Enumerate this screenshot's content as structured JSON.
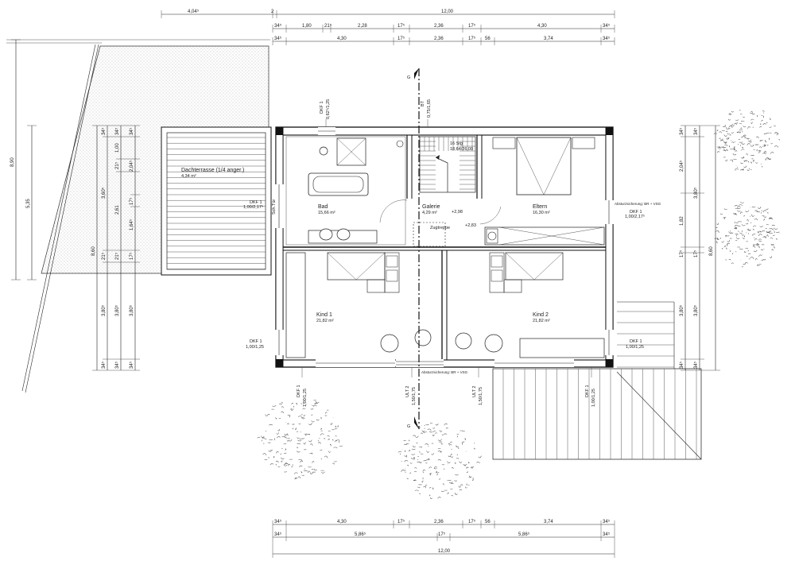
{
  "dimensions": {
    "top_row1": [
      "4,04⁵",
      "2",
      "12,00"
    ],
    "top_row2": [
      "34⁵",
      "1,80",
      "21⁵",
      "2,28",
      "17⁵",
      "2,36",
      "17⁵",
      "4,30",
      "34⁵"
    ],
    "top_row3": [
      "34⁵",
      "4,30",
      "17⁵",
      "2,36",
      "17⁵",
      "56",
      "3,74",
      "34⁵"
    ],
    "bottom_row1": [
      "34⁵",
      "4,30",
      "17⁵",
      "2,36",
      "17⁵",
      "56",
      "3,74",
      "34⁵"
    ],
    "bottom_row2": [
      "34⁵",
      "5,86⁵",
      "17⁵",
      "5,86⁵",
      "34⁵"
    ],
    "bottom_total": "12,00",
    "left_outer": [
      "8,90",
      "5,35"
    ],
    "left_main": "8,60",
    "left_col_a": [
      "34⁵",
      "3,60⁵",
      "21⁵",
      "3,80⁵",
      "34⁵"
    ],
    "left_col_b": [
      "34⁵",
      "1,00",
      "21⁵",
      "2,61",
      "21⁵",
      "3,80⁵",
      "34⁵"
    ],
    "left_col_c": [
      "34⁵",
      "2,04⁵",
      "17⁵",
      "1,64⁵",
      "17⁵",
      "3,80⁵",
      "34⁵"
    ],
    "right_col_a": [
      "34⁵",
      "2,04⁵",
      "1,82",
      "17⁵",
      "3,80⁵",
      "34⁵"
    ],
    "right_col_b": [
      "34⁵",
      "3,80⁵",
      "17⁵",
      "3,80⁵",
      "34⁵"
    ],
    "right_main": "8,60"
  },
  "rooms": {
    "terrace": {
      "name": "Dachterrasse (1/4 anger.)",
      "area": "4,34 m²"
    },
    "bad": {
      "name": "Bad",
      "area": "15,66 m²"
    },
    "galerie": {
      "name": "Galerie",
      "area": "4,29 m²"
    },
    "stair": {
      "name": "16 Stg",
      "detail": "18,64/26,00"
    },
    "eltern": {
      "name": "Eltern",
      "area": "16,30 m²"
    },
    "kind1": {
      "name": "Kind 1",
      "area": "21,82 m²"
    },
    "kind2": {
      "name": "Kind 2",
      "area": "21,82 m²"
    },
    "zugtreppe": "Zugtreppe"
  },
  "levels": {
    "upper": "+2,98",
    "lower": "+2,83"
  },
  "windows": {
    "dkf_top": [
      "DKF 1",
      "0,62⁵/1,25"
    ],
    "bt_top": [
      "BT",
      "0,75/1,65"
    ],
    "dkf_terrace": [
      "DKF 1",
      "1,00/2,17⁵"
    ],
    "dkf_eltern": [
      "DKF 1",
      "1,00/2,17⁵"
    ],
    "dkf_kind1": [
      "DKF 1",
      "1,00/1,25"
    ],
    "dkf_kind2": [
      "DKF 1",
      "1,00/1,25"
    ],
    "dkf_bottom_left": [
      "DKF 1",
      "1,00/1,25"
    ],
    "ult_left": [
      "ULT 2",
      "1,50/1,75"
    ],
    "ult_right": [
      "ULT 2",
      "1,50/1,75"
    ],
    "dkf_bottom_right": [
      "DKF 1",
      "1,00/1,25"
    ]
  },
  "notes": {
    "absturz_right": "Absturzsicherung: BR + VSG",
    "absturz_bottom": "Absturzsicherung: BR + VSG",
    "section_mark": "G",
    "schiebe": "Sch.Tür"
  }
}
